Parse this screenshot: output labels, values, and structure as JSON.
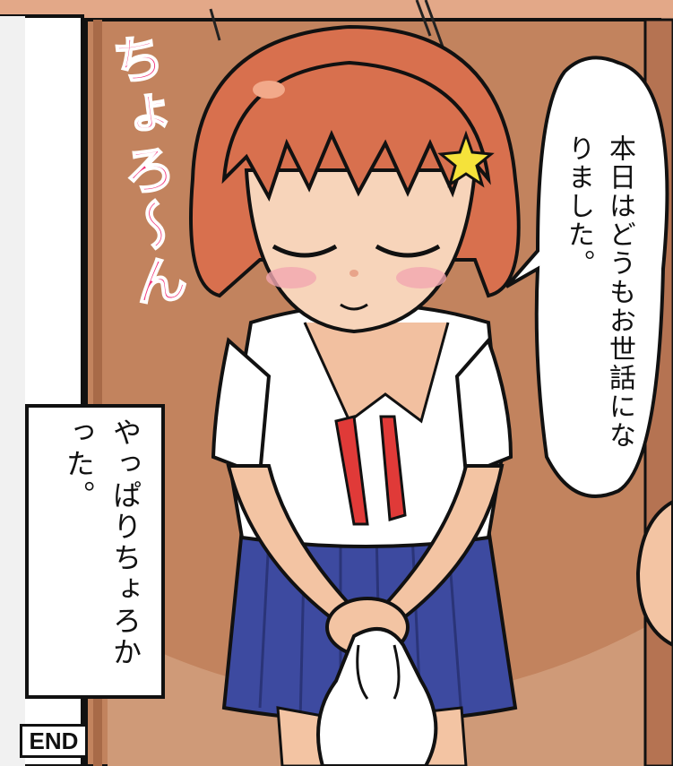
{
  "speech_bubble": {
    "text": "本日はどうもお世話になりました。"
  },
  "sound_effect": {
    "text": "ちょろ〜ん",
    "color": "#f0357a"
  },
  "caption_box": {
    "text": "やっぱりちょろかった。"
  },
  "end_label": {
    "text": "END"
  },
  "colors": {
    "hair": "#d8704e",
    "door": "#c2835e",
    "skirt": "#3d4aa0",
    "ribbon": "#e03a38",
    "hair_clip": "#f5e23a"
  }
}
